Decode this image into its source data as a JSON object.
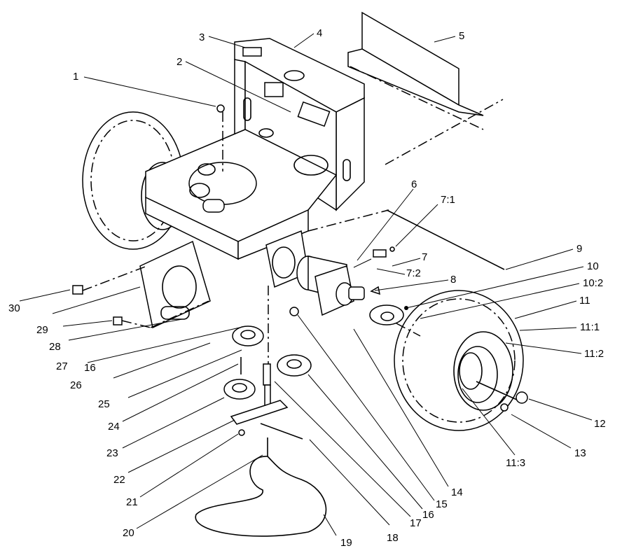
{
  "callouts": [
    {
      "id": "1",
      "text": "1"
    },
    {
      "id": "2",
      "text": "2"
    },
    {
      "id": "3",
      "text": "3"
    },
    {
      "id": "4",
      "text": "4"
    },
    {
      "id": "5",
      "text": "5"
    },
    {
      "id": "6",
      "text": "6"
    },
    {
      "id": "7_1",
      "text": "7:1"
    },
    {
      "id": "7",
      "text": "7"
    },
    {
      "id": "7_2",
      "text": "7:2"
    },
    {
      "id": "8",
      "text": "8"
    },
    {
      "id": "9",
      "text": "9"
    },
    {
      "id": "10",
      "text": "10"
    },
    {
      "id": "10_2",
      "text": "10:2"
    },
    {
      "id": "11",
      "text": "11"
    },
    {
      "id": "11_1",
      "text": "11:1"
    },
    {
      "id": "11_2",
      "text": "11:2"
    },
    {
      "id": "11_3",
      "text": "11:3"
    },
    {
      "id": "12",
      "text": "12"
    },
    {
      "id": "13",
      "text": "13"
    },
    {
      "id": "14",
      "text": "14"
    },
    {
      "id": "15",
      "text": "15"
    },
    {
      "id": "16a",
      "text": "16"
    },
    {
      "id": "16b",
      "text": "16"
    },
    {
      "id": "17",
      "text": "17"
    },
    {
      "id": "18",
      "text": "18"
    },
    {
      "id": "19",
      "text": "19"
    },
    {
      "id": "20",
      "text": "20"
    },
    {
      "id": "21",
      "text": "21"
    },
    {
      "id": "22",
      "text": "22"
    },
    {
      "id": "23",
      "text": "23"
    },
    {
      "id": "24",
      "text": "24"
    },
    {
      "id": "25",
      "text": "25"
    },
    {
      "id": "26",
      "text": "26"
    },
    {
      "id": "27",
      "text": "27"
    },
    {
      "id": "28",
      "text": "28"
    },
    {
      "id": "29",
      "text": "29"
    },
    {
      "id": "30",
      "text": "30"
    }
  ]
}
